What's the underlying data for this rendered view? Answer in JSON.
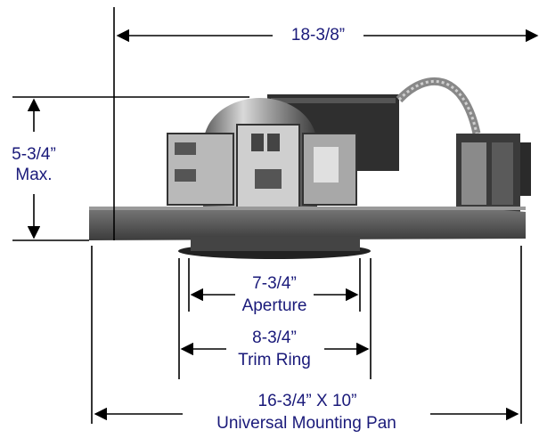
{
  "colors": {
    "text": "#1a1a7a",
    "lines": "#000000",
    "fixture_dark": "#3a3a3a",
    "fixture_mid": "#6e6e6e",
    "fixture_light": "#bdbdbd"
  },
  "dimensions": {
    "overall_length": "18-3/8”",
    "height_value": "5-3/4”",
    "height_note": "Max.",
    "aperture_value": "7-3/4”",
    "aperture_label": "Aperture",
    "trim_value": "8-3/4”",
    "trim_label": "Trim Ring",
    "pan_value": "16-3/4” X 10”",
    "pan_label": "Universal Mounting Pan"
  }
}
